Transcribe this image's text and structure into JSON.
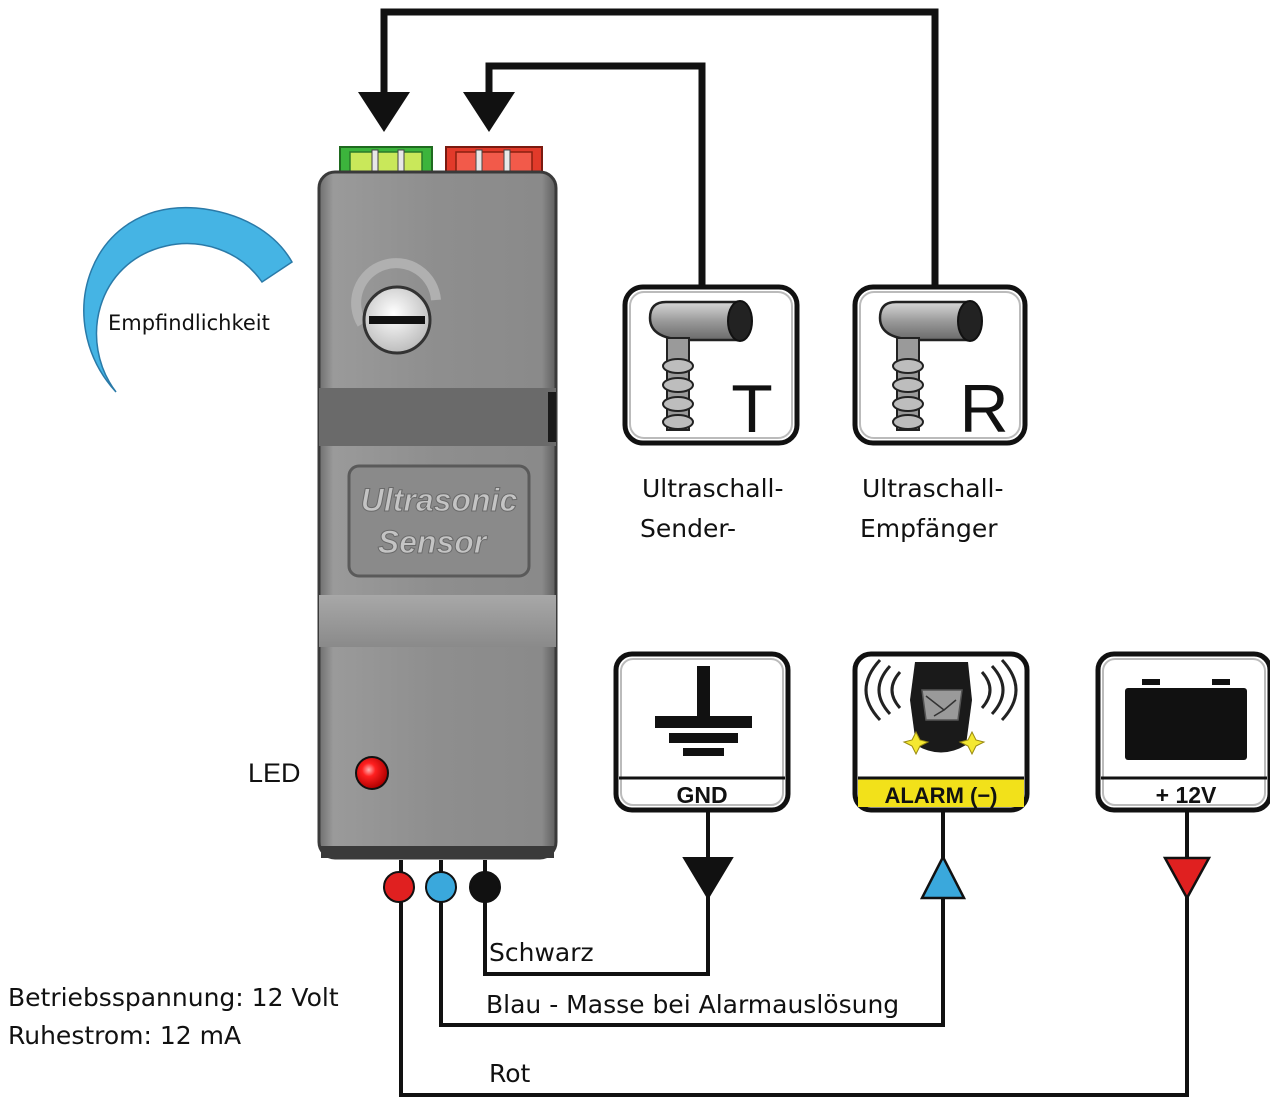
{
  "device": {
    "brand_label_line1": "Ultrasonic",
    "brand_label_line2": "Sensor"
  },
  "labels": {
    "sensitivity": "Empfindlichkeit",
    "led": "LED",
    "transmitter_line1": "Ultraschall-",
    "transmitter_line2": "Sender-",
    "receiver_line1": "Ultraschall-",
    "receiver_line2": "Empfänger",
    "specs_voltage": "Betriebsspannung: 12 Volt",
    "specs_current": "Ruhestrom: 12 mA"
  },
  "modules": {
    "transmitter_letter": "T",
    "receiver_letter": "R",
    "gnd_label": "GND",
    "alarm_label": "ALARM (−)",
    "plus12_label": "+ 12V"
  },
  "wires": {
    "black": "Schwarz",
    "blue": "Blau -  Masse bei Alarmauslösung",
    "red": "Rot"
  },
  "colors": {
    "wire_black": "#111111",
    "wire_blue": "#3aa8dc",
    "wire_red": "#e02020",
    "connector_green": "#3cb43c",
    "connector_red": "#e23a2a",
    "sensitivity_arc": "#45b4e4",
    "alarm_label_bg": "#f2e11a",
    "led": "#e01818",
    "housing": "#8c8c8c"
  },
  "icons": [
    "ground-icon",
    "car-alarm-icon",
    "battery-icon",
    "ultrasonic-transducer-icon"
  ]
}
